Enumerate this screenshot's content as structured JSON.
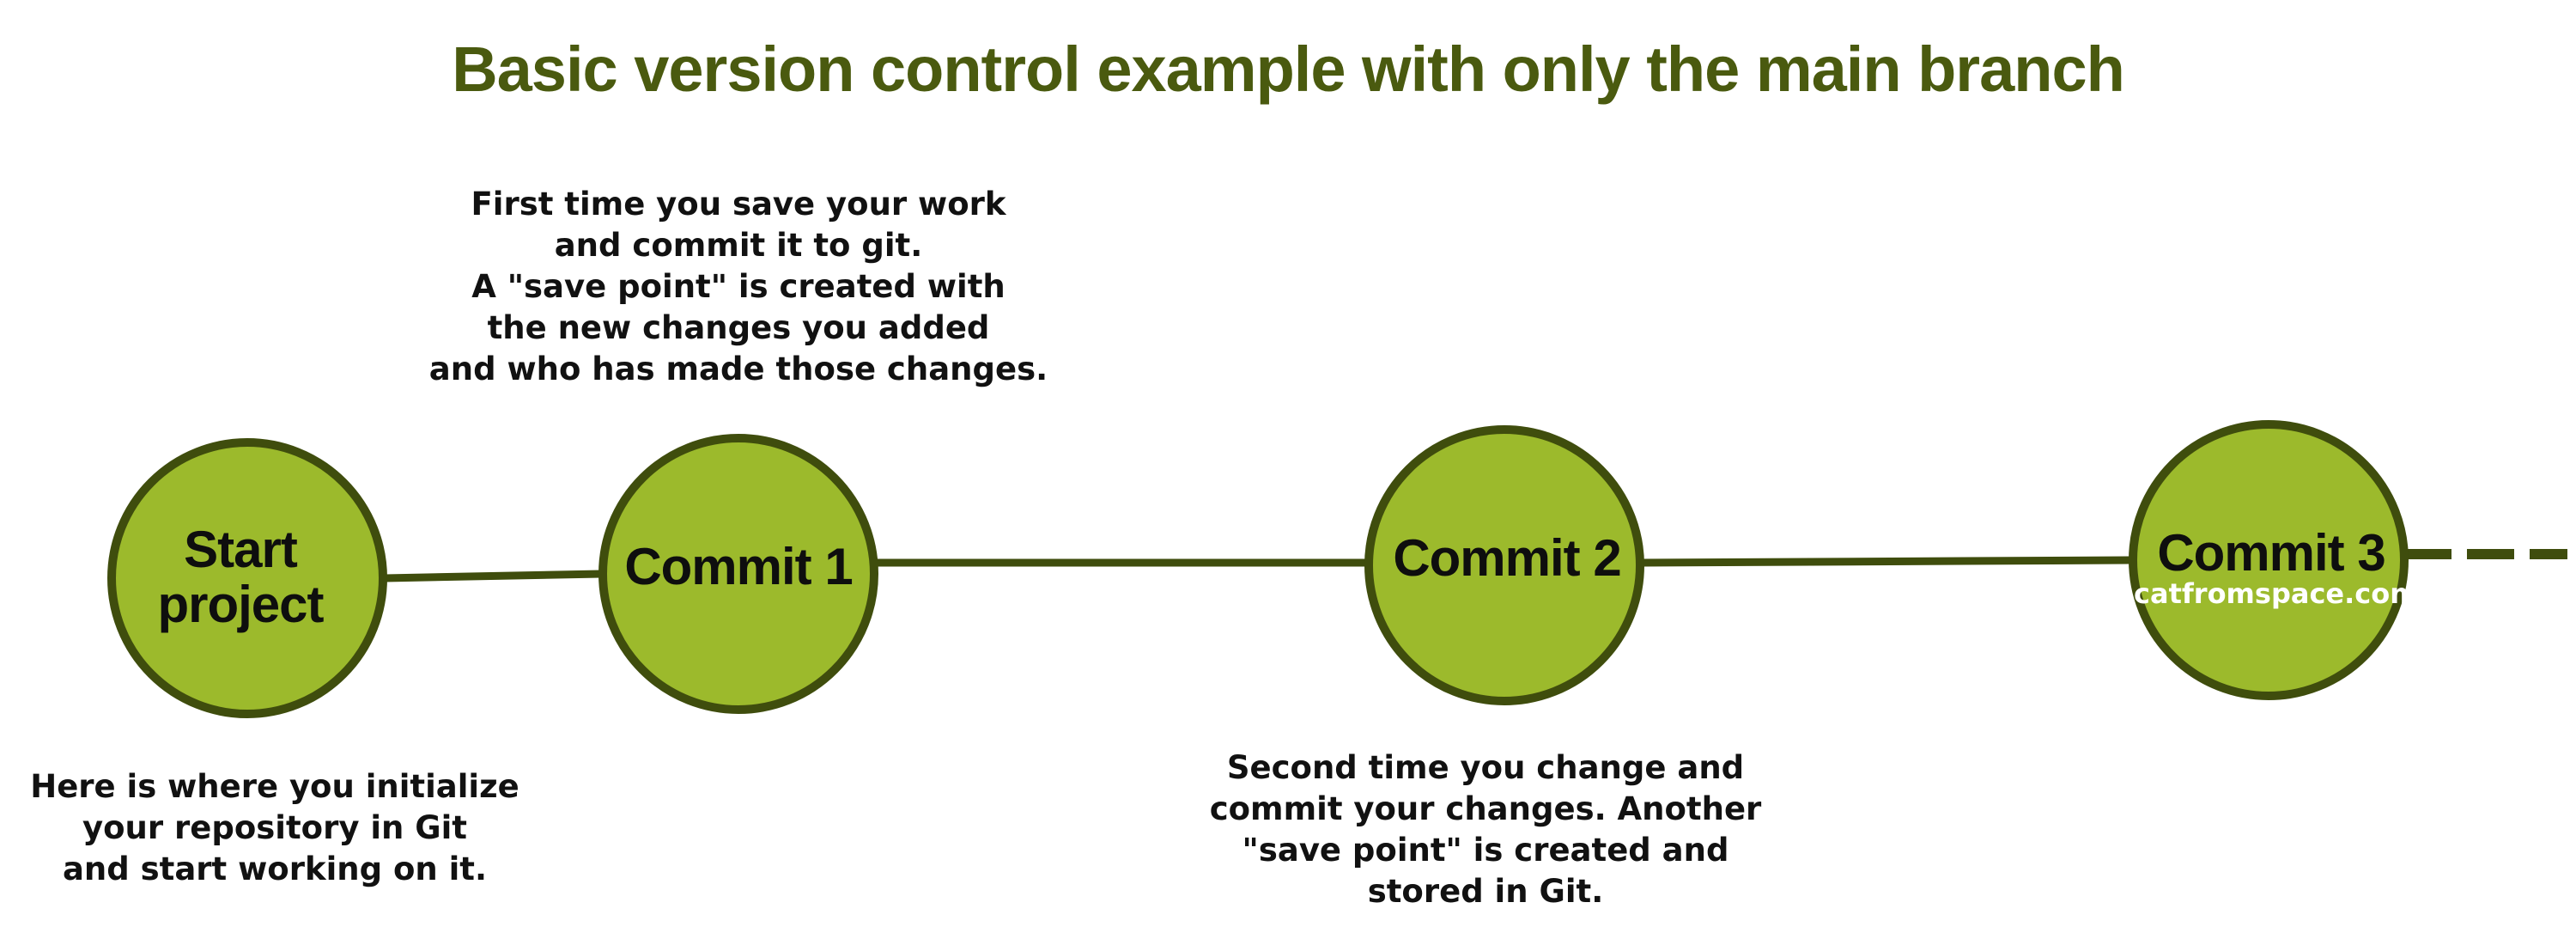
{
  "title": "Basic version control example with only the main branch",
  "colors": {
    "title": "#4a5a0f",
    "node_fill": "#9cba2c",
    "node_stroke": "#3f4d0d",
    "line": "#3f4d0d",
    "text": "#111111"
  },
  "nodes": [
    {
      "id": "start",
      "label": "Start\nproject"
    },
    {
      "id": "commit-1",
      "label": "Commit 1"
    },
    {
      "id": "commit-2",
      "label": "Commit 2"
    },
    {
      "id": "commit-3",
      "label": "Commit 3"
    }
  ],
  "notes": {
    "start": "Here is where you initialize\nyour repository in Git\nand start working on it.",
    "commit_1": "First time you save your work\nand commit it to git.\nA \"save point\" is created with\nthe new changes you added\nand who has made those changes.",
    "commit_2": "Second time you change and\ncommit your changes. Another\n\"save point\" is created and\nstored in Git."
  },
  "watermark": "catfromspace.com"
}
